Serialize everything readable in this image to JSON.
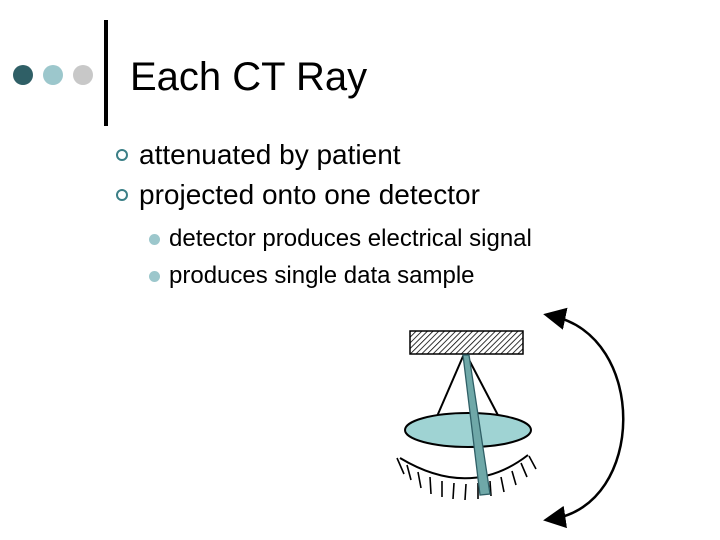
{
  "title": "Each CT Ray",
  "bullets": [
    {
      "text": "attenuated by patient",
      "sub": []
    },
    {
      "text": "projected onto one detector",
      "sub": [
        "detector produces electrical signal",
        "produces single data sample"
      ]
    }
  ],
  "icons": {
    "level1_bullet": "hollow-circle-icon",
    "level2_bullet": "filled-circle-icon",
    "rotation": "curved-double-arrow-icon"
  },
  "colors": {
    "dark_teal": "#2f5f66",
    "light_teal": "#9cc7cc",
    "gray": "#c8c8c8",
    "patient_fill": "#9fd3d3",
    "ray_fill": "#6fa8a8",
    "text": "#000000"
  }
}
